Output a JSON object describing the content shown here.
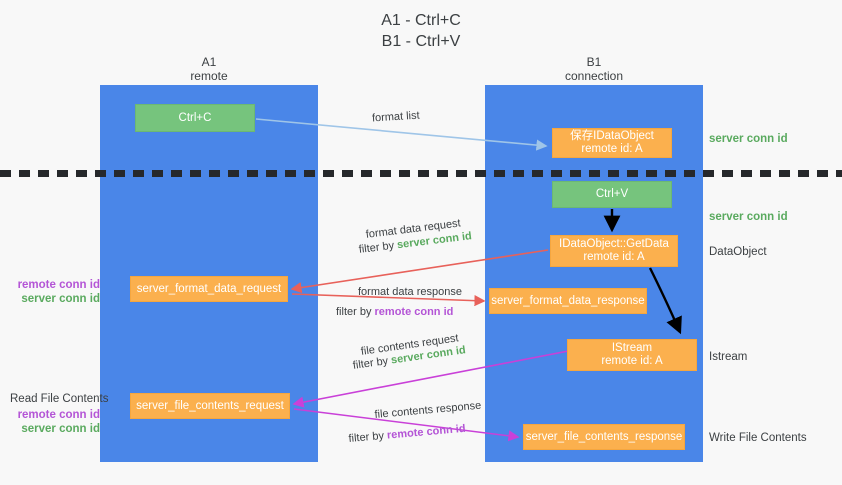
{
  "title": {
    "line1": "A1 - Ctrl+C",
    "line2": "B1 - Ctrl+V"
  },
  "columns": {
    "a": {
      "name": "A1",
      "role": "remote"
    },
    "b": {
      "name": "B1",
      "role": "connection"
    }
  },
  "boxes": {
    "ctrl_c": {
      "label": "Ctrl+C"
    },
    "save_idataobject": {
      "line1": "保存IDataObject",
      "line2": "remote id: A"
    },
    "ctrl_v": {
      "label": "Ctrl+V"
    },
    "getdata": {
      "line1": "IDataObject::GetData",
      "line2": "remote id: A"
    },
    "server_format_data_request": {
      "label": "server_format_data_request"
    },
    "server_format_data_response": {
      "label": "server_format_data_response"
    },
    "istream": {
      "line1": "IStream",
      "line2": "remote id: A"
    },
    "server_file_contents_request": {
      "label": "server_file_contents_request"
    },
    "server_file_contents_response": {
      "label": "server_file_contents_response"
    }
  },
  "side_labels": {
    "server_conn_id_1": "server conn id",
    "server_conn_id_2": "server conn id",
    "dataobject": "DataObject",
    "istream": "Istream",
    "write_file_contents": "Write File Contents",
    "read_file_contents": "Read File Contents",
    "remote_conn_id_mid": "remote conn id",
    "server_conn_id_mid": "server conn id",
    "remote_conn_id_bottom": "remote conn id",
    "server_conn_id_bottom": "server conn id"
  },
  "arrow_labels": {
    "format_list": "format list",
    "format_data_request": "format data request",
    "format_data_request_filter_prefix": "filter by ",
    "format_data_request_filter_key": "server conn id",
    "format_data_response": "format data response",
    "format_data_response_filter_prefix": "filter by ",
    "format_data_response_filter_key": "remote conn id",
    "file_contents_request": "file contents request",
    "file_contents_request_filter_prefix": "filter by ",
    "file_contents_request_filter_key": "server conn id",
    "file_contents_response": "file contents response",
    "file_contents_response_filter_prefix": "filter by ",
    "file_contents_response_filter_key": "remote conn id"
  },
  "colors": {
    "column_blue": "#4a86e8",
    "box_green": "#76c47d",
    "box_orange": "#fbb04e",
    "accent_green_text": "#5aaa5f",
    "accent_purple_text": "#b455d6",
    "arrow_red": "#e8615a",
    "arrow_magenta": "#c940d8",
    "arrow_lightblue": "#9fc5e8",
    "arrow_black": "#000000",
    "background": "#f8f8f8"
  }
}
